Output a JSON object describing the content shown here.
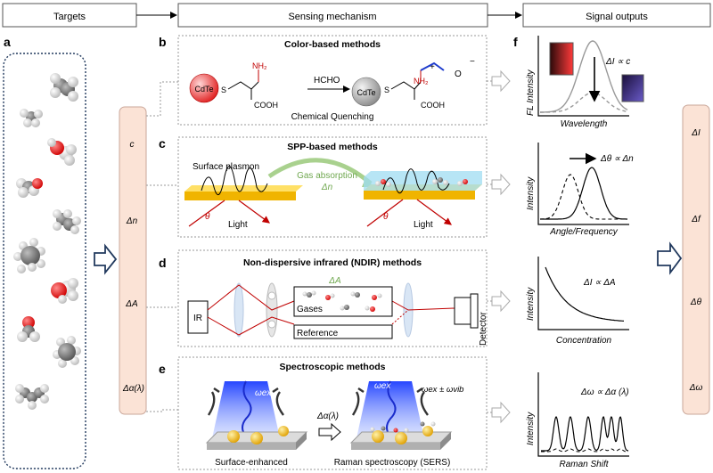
{
  "header": {
    "targets": "Targets",
    "sensing_mechanism": "Sensing mechanism",
    "signal_outputs": "Signal outputs"
  },
  "panel_letters": {
    "a": "a",
    "b": "b",
    "c": "c",
    "d": "d",
    "e": "e",
    "f": "f"
  },
  "targets_variables": [
    "c",
    "Δn",
    "ΔA",
    "Δα(λ)"
  ],
  "outputs_variables": [
    "ΔI",
    "Δf",
    "Δθ",
    "Δω"
  ],
  "panel_b": {
    "title": "Color-based methods",
    "qd_label": "CdTe",
    "reagent": "HCHO",
    "nh2": "NH₂",
    "cooh": "COOH",
    "sulfur": "S",
    "plus": "+",
    "oxygen": "O",
    "minus": "−",
    "caption": "Chemical Quenching"
  },
  "panel_c": {
    "title": "SPP-based methods",
    "surface_plasmon": "Surface plasmon",
    "gas_absorption": "Gas absorption",
    "delta_n": "Δn",
    "theta": "θ",
    "light": "Light"
  },
  "panel_d": {
    "title": "Non-dispersive infrared (NDIR) methods",
    "ir": "IR",
    "delta_a": "ΔA",
    "gases": "Gases",
    "reference": "Reference",
    "detector": "Detector"
  },
  "panel_e": {
    "title": "Spectroscopic methods",
    "omega_ex": "ωex",
    "omega_ex_vib": "ωex ± ωvib",
    "delta_alpha": "Δα(λ)",
    "caption_left": "Surface-enhanced",
    "caption_right": "Raman spectroscopy (SERS)"
  },
  "graph_fl": {
    "ylabel": "FL Intensity",
    "xlabel": "Wavelength",
    "annotation": "ΔI ∝ c"
  },
  "graph_spp": {
    "ylabel": "Intensity",
    "xlabel": "Angle/Frequency",
    "annotation": "Δθ ∝ Δn"
  },
  "graph_ndir": {
    "ylabel": "Intensity",
    "xlabel": "Concentration",
    "annotation": "ΔI ∝ ΔA"
  },
  "graph_raman": {
    "ylabel": "Intensity",
    "xlabel": "Raman Shift",
    "annotation": "Δω ∝ Δα (λ)"
  },
  "colors": {
    "box_fill": "#fbe3d6",
    "box_stroke": "#caa79a",
    "arrow": "#223a5e",
    "gold": "#f0b400",
    "red": "#c00000",
    "dashed_border": "#9a9a9a",
    "dotted_border": "#223a5e"
  }
}
